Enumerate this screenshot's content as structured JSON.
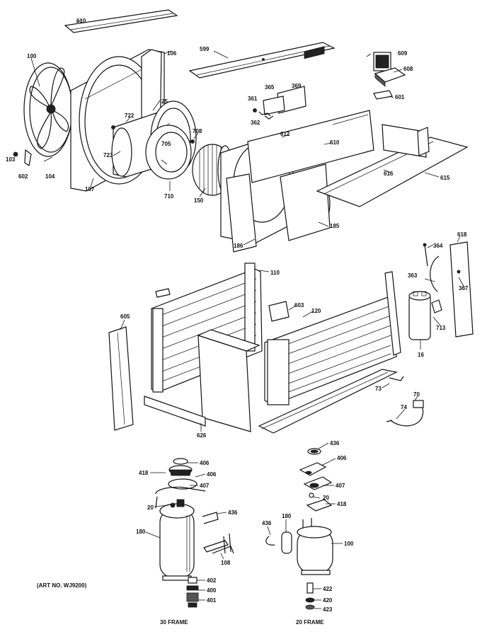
{
  "diagram": {
    "caption_art": "(ART NO. WJ9200)",
    "frame_left": "30 FRAME",
    "frame_right": "20 FRAME",
    "callouts": [
      {
        "id": "c610",
        "text": "610"
      },
      {
        "id": "c106",
        "text": "106"
      },
      {
        "id": "c100",
        "text": "100"
      },
      {
        "id": "c25",
        "text": "25"
      },
      {
        "id": "c722",
        "text": "722"
      },
      {
        "id": "c723",
        "text": "723"
      },
      {
        "id": "c103",
        "text": "103"
      },
      {
        "id": "c602",
        "text": "602"
      },
      {
        "id": "c104",
        "text": "104"
      },
      {
        "id": "c107",
        "text": "107"
      },
      {
        "id": "c705",
        "text": "705"
      },
      {
        "id": "c710",
        "text": "710"
      },
      {
        "id": "c708",
        "text": "708"
      },
      {
        "id": "c150",
        "text": "150"
      },
      {
        "id": "c599",
        "text": "599"
      },
      {
        "id": "c369",
        "text": "369"
      },
      {
        "id": "c365",
        "text": "365"
      },
      {
        "id": "c361",
        "text": "361"
      },
      {
        "id": "c362",
        "text": "362"
      },
      {
        "id": "c612",
        "text": "612"
      },
      {
        "id": "c610b",
        "text": "610"
      },
      {
        "id": "c609",
        "text": "609"
      },
      {
        "id": "c608",
        "text": "608"
      },
      {
        "id": "c601",
        "text": "601"
      },
      {
        "id": "c616",
        "text": "616"
      },
      {
        "id": "c615",
        "text": "615"
      },
      {
        "id": "c185",
        "text": "185"
      },
      {
        "id": "c186",
        "text": "186"
      },
      {
        "id": "c618",
        "text": "618"
      },
      {
        "id": "c364",
        "text": "364"
      },
      {
        "id": "c363",
        "text": "363"
      },
      {
        "id": "c367",
        "text": "367"
      },
      {
        "id": "c110",
        "text": "110"
      },
      {
        "id": "c603",
        "text": "603"
      },
      {
        "id": "c120",
        "text": "120"
      },
      {
        "id": "c605",
        "text": "605"
      },
      {
        "id": "c713",
        "text": "713"
      },
      {
        "id": "c16",
        "text": "16"
      },
      {
        "id": "c73",
        "text": "73"
      },
      {
        "id": "c70",
        "text": "70"
      },
      {
        "id": "c74",
        "text": "74"
      },
      {
        "id": "c626",
        "text": "626"
      },
      {
        "id": "c406a",
        "text": "406"
      },
      {
        "id": "c418a",
        "text": "418"
      },
      {
        "id": "c406b",
        "text": "406"
      },
      {
        "id": "c407a",
        "text": "407"
      },
      {
        "id": "c20a",
        "text": "20"
      },
      {
        "id": "c436a",
        "text": "436"
      },
      {
        "id": "c180a",
        "text": "180"
      },
      {
        "id": "c402",
        "text": "402"
      },
      {
        "id": "c400",
        "text": "400"
      },
      {
        "id": "c401",
        "text": "401"
      },
      {
        "id": "c108",
        "text": "108"
      },
      {
        "id": "c436b",
        "text": "436"
      },
      {
        "id": "c406c",
        "text": "406"
      },
      {
        "id": "c407b",
        "text": "407"
      },
      {
        "id": "c20b",
        "text": "20"
      },
      {
        "id": "c418b",
        "text": "418"
      },
      {
        "id": "c436c",
        "text": "436"
      },
      {
        "id": "c180b",
        "text": "180"
      },
      {
        "id": "c100b",
        "text": "100"
      },
      {
        "id": "c422",
        "text": "422"
      },
      {
        "id": "c420",
        "text": "420"
      },
      {
        "id": "c423",
        "text": "423"
      }
    ]
  }
}
